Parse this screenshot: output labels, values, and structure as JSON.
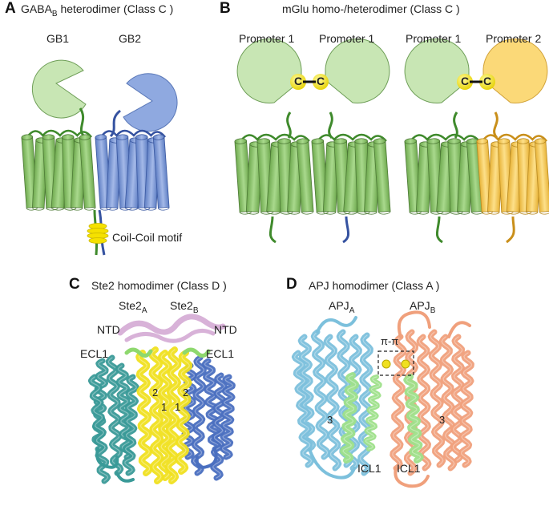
{
  "panels": {
    "A": {
      "letter": "A",
      "title_main": "GABA",
      "title_sub": "B",
      "title_rest": " heterodimer (Class C )",
      "protomer_left": "GB1",
      "protomer_right": "GB2",
      "motif_label": "Coil-Coil motif",
      "colors": {
        "left": "#8dc66b",
        "left_light": "#c8e6b4",
        "right": "#7f9bd6",
        "right_light": "#9db3e3",
        "motif": "#f5e100"
      }
    },
    "B": {
      "letter": "B",
      "title": "mGlu homo-/heterodimer (Class C )",
      "homo_left": "Promoter 1",
      "homo_right": "Promoter 1",
      "hetero_left": "Promoter 1",
      "hetero_right": "Promoter 2",
      "bond_left": "C",
      "bond_right": "C",
      "colors": {
        "green": "#8dc66b",
        "green_light": "#c8e6b4",
        "orange": "#f7c94e",
        "orange_light": "#fbd978",
        "bond": "#f5e100"
      }
    },
    "C": {
      "letter": "C",
      "title": "Ste2 homodimer (Class D )",
      "protomer_left_main": "Ste2",
      "protomer_left_sub": "A",
      "protomer_right_main": "Ste2",
      "protomer_right_sub": "B",
      "ntd_left": "NTD",
      "ntd_right": "NTD",
      "ecl_left": "ECL1",
      "ecl_right": "ECL1",
      "helix_labels": [
        "2",
        "1",
        "1",
        "2"
      ],
      "colors": {
        "teal": "#3a9a98",
        "blue": "#4a6fc0",
        "yellow": "#f0e020",
        "pink": "#d8b2d8",
        "green": "#8ed86e"
      }
    },
    "D": {
      "letter": "D",
      "title": "APJ homodimer (Class A )",
      "protomer_left_main": "APJ",
      "protomer_left_sub": "A",
      "protomer_right_main": "APJ",
      "protomer_right_sub": "B",
      "pi_label": "π-π",
      "helix_left": "3",
      "helix_right": "3",
      "icl_left": "ICL1",
      "icl_right": "ICL1",
      "colors": {
        "skyblue": "#7cc0dc",
        "salmon": "#f0a07c",
        "green": "#9ee08a",
        "yellow": "#f0e020"
      }
    }
  }
}
